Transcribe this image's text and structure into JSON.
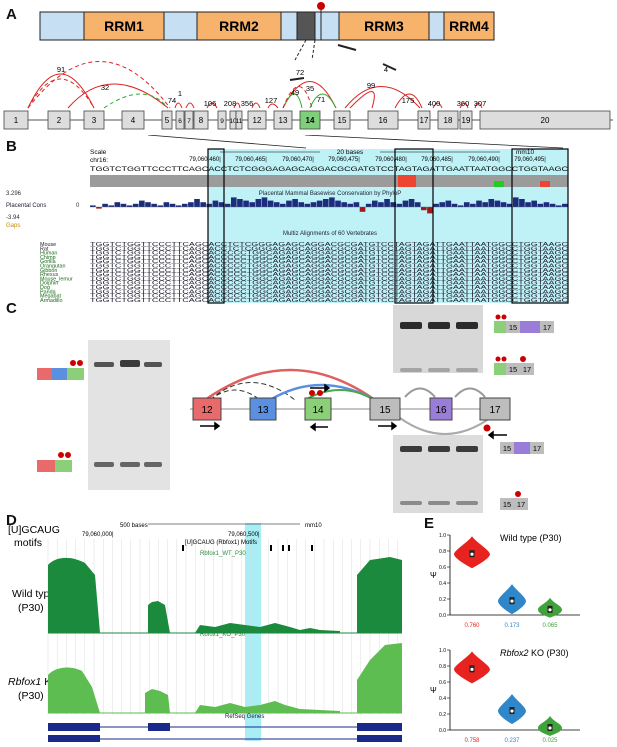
{
  "panels": {
    "A": "A",
    "B": "B",
    "C": "C",
    "D": "D",
    "E": "E"
  },
  "domains": [
    "RRM1",
    "RRM2",
    "RRM3",
    "RRM4"
  ],
  "exons": [
    "1",
    "2",
    "3",
    "4",
    "5",
    "6",
    "7",
    "8",
    "9",
    "10",
    "11",
    "12",
    "13",
    "14",
    "15",
    "16",
    "17",
    "18",
    "19",
    "20"
  ],
  "junction_counts": [
    "91",
    "32",
    "74",
    "1",
    "106",
    "208",
    "356",
    "127",
    "72",
    "49",
    "35",
    "71",
    "4",
    "99",
    "175",
    "400",
    "360",
    "307"
  ],
  "browser_b": {
    "scale": "Scale",
    "chr": "chr16:",
    "bar_label": "20 bases",
    "genome": "mm10",
    "coords": [
      "79,060,460|",
      "79,060,465|",
      "79,060,470|",
      "79,060,475|",
      "79,060,480|",
      "79,060,485|",
      "79,060,490|",
      "79,060,495|"
    ],
    "ref_seq": "TGGTCTGGTTCCCTTCAGCACCTCTCGGGAGAGCAGGACGCGATGTCCTAGTAGATTGAATTAATGGCCTGGTAAGC",
    "cons_title": "Placental Mammal Basewise Conservation by PhyloP",
    "cons_top": "3.296",
    "cons_label": "Placental Cons",
    "cons_zero": "0",
    "cons_bottom": "-3.94",
    "gaps": "Gaps",
    "multiz": "Multiz Alignments of 60 Vertebrates",
    "species": [
      "Mouse",
      "Rat",
      "Human",
      "Chimp",
      "Gorilla",
      "Orangutan",
      "Gibbon",
      "Rhesus",
      "Mouse_lemur",
      "Dolphin",
      "Dog",
      "Panda",
      "Megabat",
      "Armadillo"
    ],
    "seqs": [
      "TGGTCTGGTTCCCTTCAGCACCTCTCGGGAGAGCAGGACGCGATGTCCTAGTAGATTGAATTAATGGCCTGGTAAGC",
      "TGGTCTGGTTCCCTTCAGCACCTCTCGGGAGAGCAGGACGCGATGTCCTAGTAGATTGAATTAATGGCCTGGTAAGC",
      "TGGTCTGGTTCCCTTCAGCACCCCCTGGCAGAGCAGGACGCGATGTCCTAGTAGATTGAATTAATGGCCTGGTAAGC",
      "TGGTCTGGTTCCCTTCAGCACCCCCTGGCAGAGCAGGACGCGATGTCCTAGTAGATTGAATTAATGGCCTGGTAAGC",
      "TGGTCTGGTTCCCTTCAGCACCCCCTGGCAGAGCAGGACGCGATGTCCTAGTAGATTGAATTAATGGCCTGGTAAGC",
      "TGGTCTGGTTCCCTTCAGCACCCCCTGGCAGAGCAGGACGCGATGTCCTAGTAGATTGAATTAATGGCCTGGTAAGC",
      "TGGTCTGGTTCCCTTCAGCACCCCCTGGCAGAGCAGGACGCGATGTCCTAGTAGATTGAATTAATGGCCTGGTAAGC",
      "TGGTCTGGTTCCCTTCAGCACCCCCTGGCAGAGCAGGACGCGATGTCCTAGTAGATTGAATTAATGGCCTGGTAAGC",
      "TGGTCTGGTTCCCTTCAGCACCCCCTGGCAGAGCAGGACGCGATGTCCTAGTAGATTGAATTAATGGCCTGGTAAGC",
      "TGGTCTGGTTCCCTTCAGCACCCCCTGGCAGAGCAGGACGCGATGTCCTAGTAGATTGAATTAATGGCCTGGTAAGC",
      "TGGTCTGGTTCCCTTCAGCACCCCCTGGCAGAGCAGGACGCGATGTCCTAGTAGATTGAATTAATGGCCTGGTAAGC",
      "TGGTCTGGTTCCCTTCAGCACCCCCTGGCAGAGCAGGACGCGATGTCCTAGTAGATTGAATTAATGGCCTGGTAAGC",
      "TGGTCTGGTTCCCTTCAGCACCCCCTGGCAGAGCAGGACGCGATGTCCTAGTAGATTGAATTAATGGCCTGGTAAGC",
      "TGGTCTGGTTCCCTTCAGCACCCCCTGGCAGAGCAGGACGCGATGTCCTAGTAGATTGAATTAATGGCCTGGTAAGC"
    ]
  },
  "panel_c": {
    "exons": [
      "12",
      "13",
      "14",
      "15",
      "16",
      "17"
    ],
    "right_top_labels": [
      "15",
      "17"
    ],
    "right_mid_labels": [
      "15",
      "17"
    ],
    "right_low1": [
      "15",
      "17"
    ],
    "right_low2": [
      "15",
      "17"
    ]
  },
  "panel_d": {
    "motif_label_1": "[U]GCAUG",
    "motif_label_2": "motifs",
    "bar_label": "500 bases",
    "genome": "mm10",
    "coord_left": "79,060,000|",
    "coord_right": "79,060,500|",
    "motif_track": "[U]GCAUG (Rbfox1) Motifs",
    "wt_track": "Rbfox1_WT_P30",
    "ko_track": "Rbfox1_KO_P30",
    "wt_label_1": "Wild type",
    "wt_label_2": "(P30)",
    "ko_label_gene": "Rbfox1",
    "ko_label_suffix": " KO",
    "ko_label_2": "(P30)",
    "refseq": "RefSeq Genes"
  },
  "chart_data": [
    {
      "type": "violin",
      "title": "Wild type (P30)",
      "ylabel": "Ψ",
      "ylim": [
        0,
        1
      ],
      "yticks": [
        "0.0",
        "0.2",
        "0.4",
        "0.6",
        "0.8",
        "1.0"
      ],
      "series": [
        {
          "color": "#e8231f",
          "value": 0.76,
          "label": "0.760"
        },
        {
          "color": "#2f86c9",
          "value": 0.173,
          "label": "0.173"
        },
        {
          "color": "#3fa23a",
          "value": 0.065,
          "label": "0.065"
        }
      ]
    },
    {
      "type": "violin",
      "title_gene": "Rbfox2",
      "title_suffix": " KO (P30)",
      "ylabel": "Ψ",
      "ylim": [
        0,
        1
      ],
      "yticks": [
        "0.0",
        "0.2",
        "0.4",
        "0.6",
        "0.8",
        "1.0"
      ],
      "series": [
        {
          "color": "#e8231f",
          "value": 0.758,
          "label": "0.758"
        },
        {
          "color": "#2f86c9",
          "value": 0.237,
          "label": "0.237"
        },
        {
          "color": "#3fa23a",
          "value": 0.025,
          "label": "0.025"
        }
      ]
    }
  ]
}
